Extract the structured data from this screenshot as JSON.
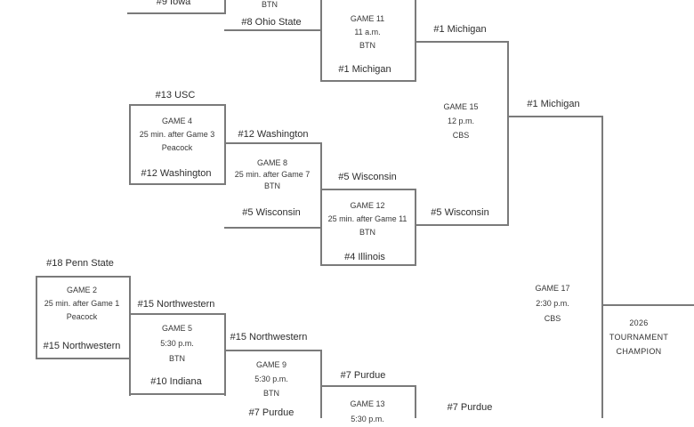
{
  "diagram_type": "tournament-bracket",
  "teams": {
    "iowa": "#9 Iowa",
    "ohio_state": "#8 Ohio State",
    "michigan": "#1 Michigan",
    "usc": "#13 USC",
    "washington": "#12 Washington",
    "wisconsin": "#5 Wisconsin",
    "illinois": "#4 Illinois",
    "penn_state": "#18 Penn State",
    "northwestern": "#15 Northwestern",
    "indiana": "#10 Indiana",
    "purdue": "#7 Purdue"
  },
  "games": {
    "game7": {
      "network": "BTN"
    },
    "game11": {
      "title": "GAME 11",
      "time": "11 a.m.",
      "network": "BTN"
    },
    "game4": {
      "title": "GAME 4",
      "time": "25 min. after Game 3",
      "network": "Peacock"
    },
    "game8": {
      "title": "GAME 8",
      "time": "25 min. after Game 7",
      "network": "BTN"
    },
    "game12": {
      "title": "GAME 12",
      "time": "25 min. after Game 11",
      "network": "BTN"
    },
    "game15": {
      "title": "GAME 15",
      "time": "12 p.m.",
      "network": "CBS"
    },
    "game2": {
      "title": "GAME 2",
      "time": "25 min. after Game 1",
      "network": "Peacock"
    },
    "game5": {
      "title": "GAME 5",
      "time": "5:30 p.m.",
      "network": "BTN"
    },
    "game9": {
      "title": "GAME 9",
      "time": "5:30 p.m.",
      "network": "BTN"
    },
    "game13": {
      "title": "GAME 13",
      "time": "5:30 p.m."
    },
    "game17": {
      "title": "GAME 17",
      "time": "2:30 p.m.",
      "network": "CBS"
    }
  },
  "champion": {
    "year": "2026",
    "line2": "TOURNAMENT",
    "line3": "CHAMPION"
  },
  "colors": {
    "line": "#7a7a7a",
    "text": "#2e2e2e",
    "background": "#ffffff"
  }
}
